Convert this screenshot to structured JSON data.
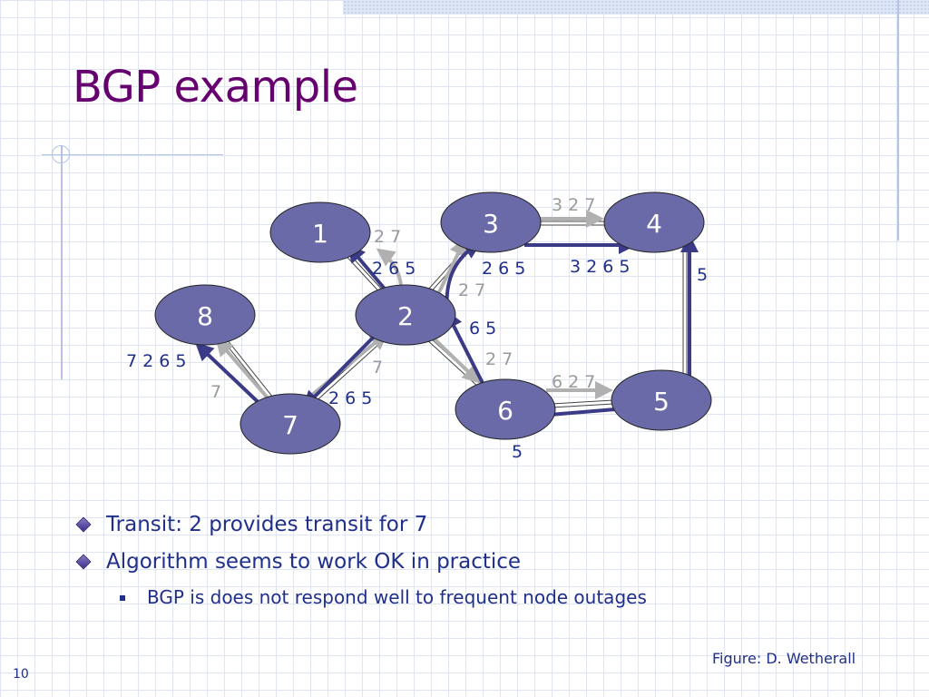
{
  "slide": {
    "title": "BGP example",
    "bullets": [
      "Transit: 2 provides transit for 7",
      "Algorithm seems to work OK in practice"
    ],
    "sub_bullets": [
      "BGP is does not respond well to frequent node outages"
    ],
    "credit": "Figure: D. Wetherall",
    "page_number": "10"
  },
  "diagram": {
    "nodes": {
      "n1": "1",
      "n2": "2",
      "n3": "3",
      "n4": "4",
      "n5": "5",
      "n6": "6",
      "n7": "7",
      "n8": "8"
    },
    "labels": {
      "l_27_a": "2 7",
      "l_265_a": "2 6 5",
      "l_265_b": "2 6 5",
      "l_327": "3 2 7",
      "l_3265": "3 2 6 5",
      "l_5_a": "5",
      "l_27_b": "2 7",
      "l_65": "6 5",
      "l_27_c": "2 7",
      "l_7265": "7 2 6 5",
      "l_7_a": "7",
      "l_7_b": "7",
      "l_265_c": "2 6 5",
      "l_627": "6 2 7",
      "l_5_b": "5"
    },
    "colors": {
      "node_fill": "#6a6aa8",
      "node_text": "#ffffff",
      "blue_arrow": "#3a3a86",
      "gray_arrow": "#b0b0b0",
      "blue_label": "#1f2f8a",
      "gray_label": "#9a9a9a"
    }
  }
}
